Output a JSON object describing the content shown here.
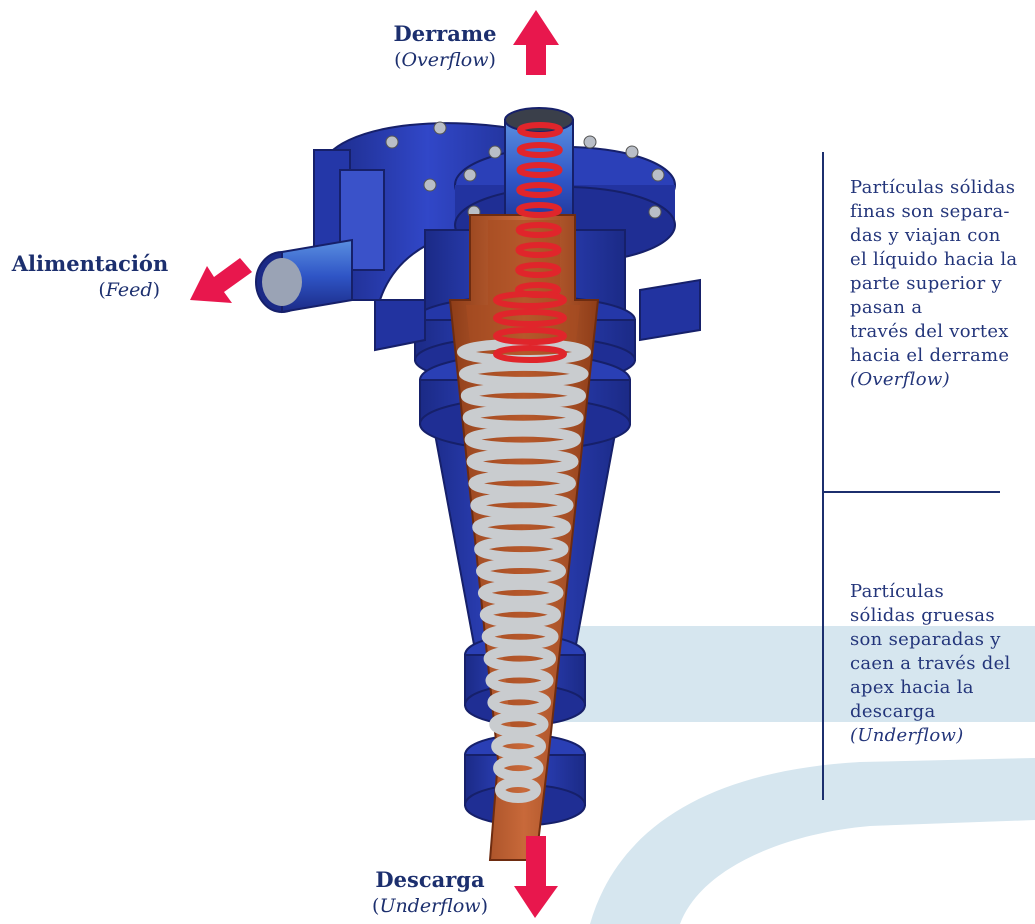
{
  "title": "",
  "labels": {
    "overflow": {
      "name": "Derrame",
      "english": "Overflow"
    },
    "feed": {
      "name": "Alimentación",
      "english": "Feed"
    },
    "underflow": {
      "name": "Descarga",
      "english": "Underflow"
    }
  },
  "notes": {
    "fine": {
      "text": "Partículas sólidas\nfinas son separa-\ndas y viajan con\nel líquido hacia la\nparte superior y\npasan a\ntravés del vortex\nhacia el derrame",
      "english": "(Overflow)"
    },
    "coarse": {
      "text": "Partículas\nsólidas gruesas\nson separadas y\ncaen a través del\napex hacia la\ndescarga",
      "english": "(Underflow)"
    }
  },
  "colors": {
    "arrow": "#e8174d",
    "text": "#1c2f6e",
    "body_blue": "#2a3fb5",
    "body_blue_dark": "#1b2a86",
    "liner": "#b75a2c",
    "spiral_gray": "#c9cccf",
    "spiral_red": "#e0252b",
    "background_band": "#d6e6ef"
  }
}
